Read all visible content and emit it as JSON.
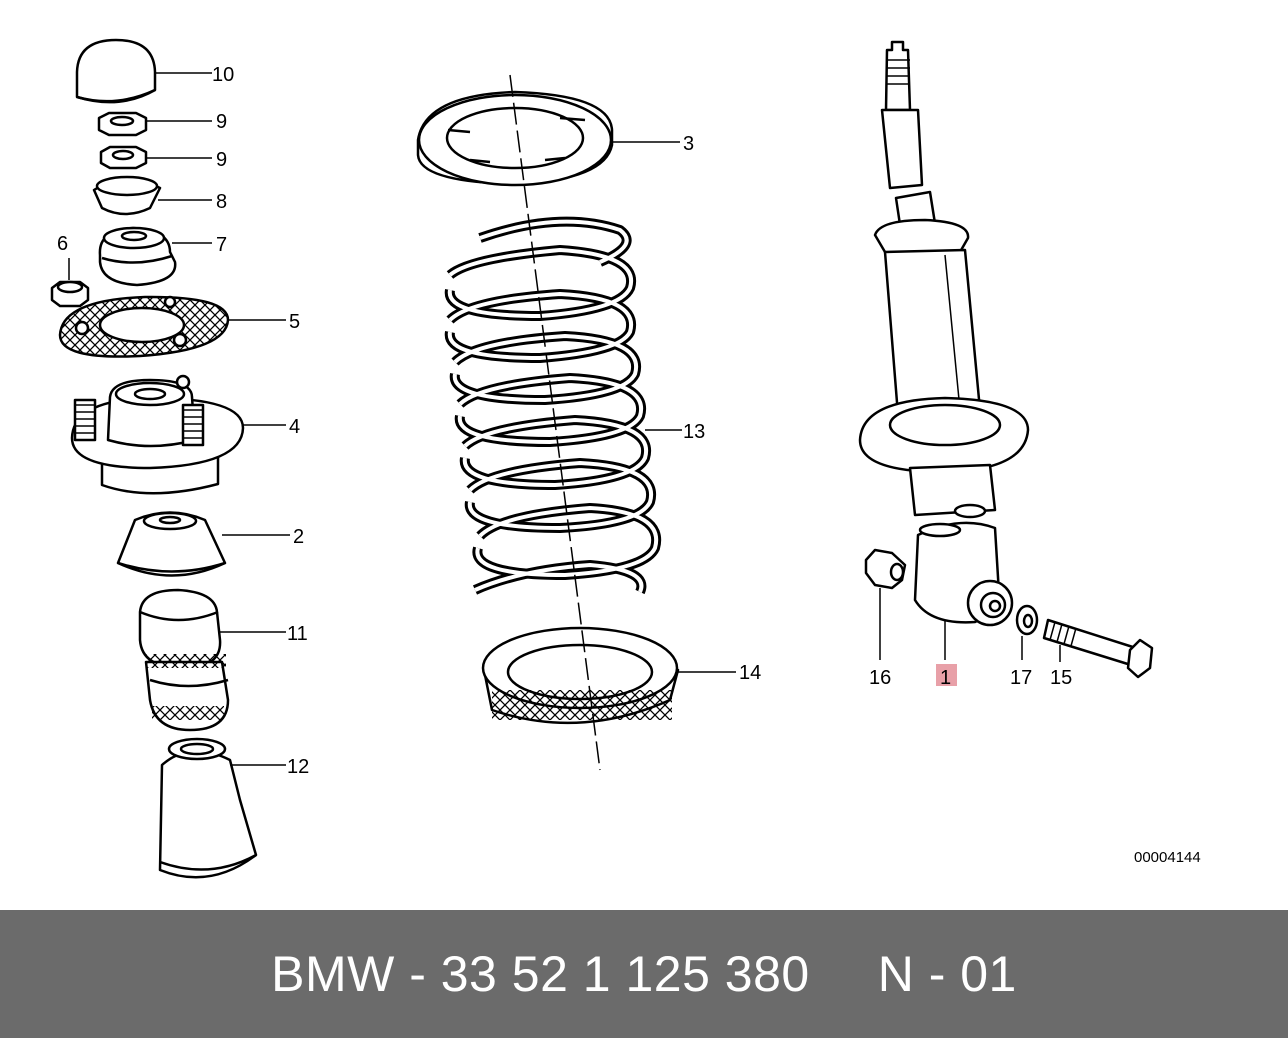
{
  "diagram": {
    "callouts": {
      "c10": "10",
      "c9a": "9",
      "c9b": "9",
      "c8": "8",
      "c7": "7",
      "c6": "6",
      "c5": "5",
      "c4": "4",
      "c2": "2",
      "c11": "11",
      "c12": "12",
      "c3": "3",
      "c13": "13",
      "c14": "14",
      "c16": "16",
      "c1": "1",
      "c17": "17",
      "c15": "15"
    },
    "highlight_color": "#e8a0a8",
    "drawing_code": "00004144"
  },
  "footer": {
    "part_number": "BMW - 33 52 1 125 380",
    "variant": "N - 01",
    "background": "#6b6b6b"
  }
}
